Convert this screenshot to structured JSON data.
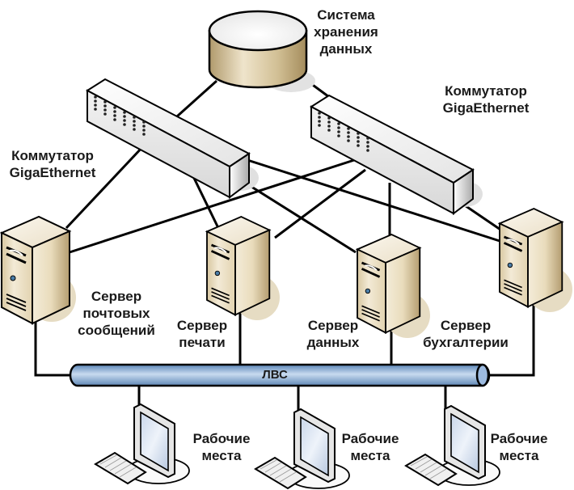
{
  "diagram": {
    "storage": {
      "lines": [
        "Система",
        "хранения",
        "данных"
      ]
    },
    "switch_left": {
      "lines": [
        "Коммутатор",
        "GigaEthernet"
      ]
    },
    "switch_right": {
      "lines": [
        "Коммутатор",
        "GigaEthernet"
      ]
    },
    "servers": [
      {
        "id": "mail",
        "lines": [
          "Сервер",
          "почтовых",
          "сообщений"
        ]
      },
      {
        "id": "print",
        "lines": [
          "Сервер",
          "печати"
        ]
      },
      {
        "id": "data",
        "lines": [
          "Сервер",
          "данных"
        ]
      },
      {
        "id": "accounting",
        "lines": [
          "Сервер",
          "бухгалтерии"
        ]
      }
    ],
    "lan": {
      "label": "ЛВС"
    },
    "workstations": [
      {
        "lines": [
          "Рабочие",
          "места"
        ]
      },
      {
        "lines": [
          "Рабочие",
          "места"
        ]
      },
      {
        "lines": [
          "Рабочие",
          "места"
        ]
      }
    ],
    "icons": {
      "storage": "database-cylinder-icon",
      "switch": "network-switch-icon",
      "server": "server-tower-icon",
      "workstation": "desktop-monitor-icon",
      "keyboard": "keyboard-icon",
      "lan": "lan-bus-pipe-icon"
    },
    "colors": {
      "server_body": "#e8dcc0",
      "server_shadow": "#e6dcc3",
      "storage_body": "#c8b58a",
      "switch_body": "#e6e6e6",
      "lan_pipe": "#8db3d9",
      "line": "#000000"
    }
  }
}
